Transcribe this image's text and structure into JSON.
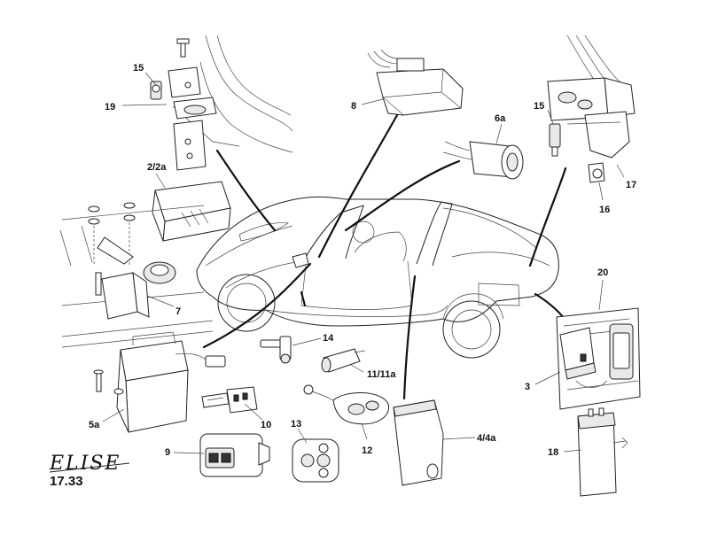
{
  "logo": {
    "text": "ELISE"
  },
  "page_number": "17.33",
  "callouts": {
    "c15_left": "15",
    "c19": "19",
    "c8": "8",
    "c6a": "6a",
    "c15_right": "15",
    "c17": "17",
    "c16": "16",
    "c2": "2/2a",
    "c7": "7",
    "c20": "20",
    "c14": "14",
    "c11": "11/11a",
    "c3": "3",
    "c5a": "5a",
    "c10": "10",
    "c13": "13",
    "c12": "12",
    "c4": "4/4a",
    "c9": "9",
    "c18": "18"
  }
}
